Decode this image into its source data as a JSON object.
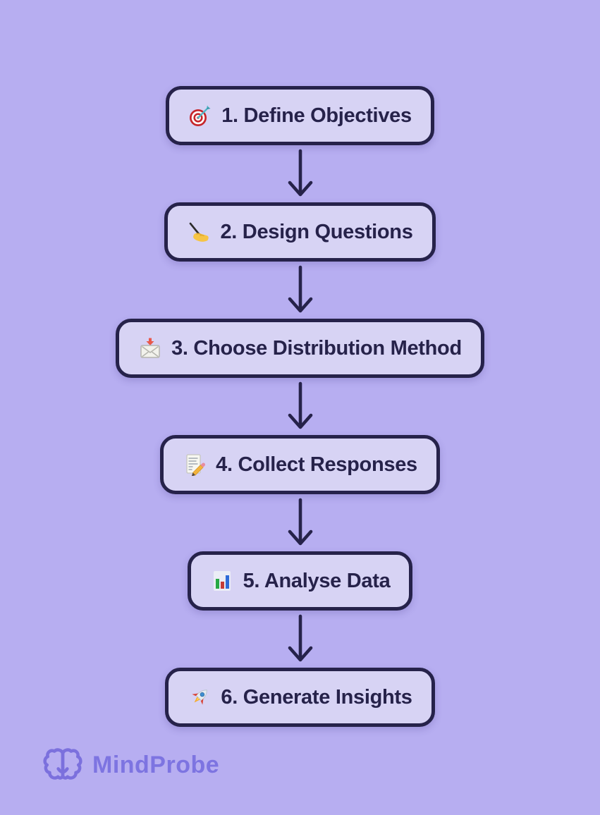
{
  "brand": {
    "name": "MindProbe",
    "logo_icon": "brain-icon"
  },
  "flow": {
    "steps": [
      {
        "emoji": "🎯",
        "icon": "dart-target-icon",
        "label": "1. Define Objectives"
      },
      {
        "emoji": "✍️",
        "icon": "writing-hand-icon",
        "label": "2. Design Questions"
      },
      {
        "emoji": "📩",
        "icon": "envelope-arrow-icon",
        "label": "3. Choose Distribution Method"
      },
      {
        "emoji": "📝",
        "icon": "memo-pencil-icon",
        "label": "4. Collect Responses"
      },
      {
        "emoji": "📊",
        "icon": "bar-chart-icon",
        "label": "5. Analyse Data"
      },
      {
        "emoji": "🚀",
        "icon": "rocket-icon",
        "label": "6. Generate Insights"
      }
    ],
    "connector": "down-arrow"
  },
  "colors": {
    "background": "#b7aef1",
    "node_fill": "#d7d3f4",
    "node_border": "#26224a",
    "node_text": "#26224a",
    "arrow": "#26224a",
    "brand_text": "#7d74e1"
  }
}
